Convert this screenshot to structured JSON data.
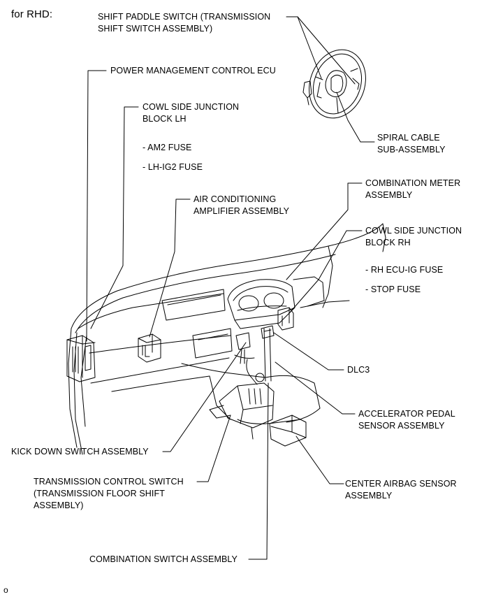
{
  "heading": "for RHD:",
  "figure_id": "o",
  "labels": {
    "shift_paddle_switch": "SHIFT PADDLE SWITCH (TRANSMISSION\nSHIFT SWITCH ASSEMBLY)",
    "power_management_ecu": "POWER MANAGEMENT CONTROL ECU",
    "cowl_side_jb_lh": "COWL SIDE JUNCTION\nBLOCK LH",
    "am2_fuse": "- AM2 FUSE",
    "lh_ig2_fuse": "- LH-IG2 FUSE",
    "spiral_cable": "SPIRAL CABLE\nSUB-ASSEMBLY",
    "combination_meter": "COMBINATION METER\nASSEMBLY",
    "air_conditioning_amplifier": "AIR CONDITIONING\nAMPLIFIER ASSEMBLY",
    "cowl_side_jb_rh": "COWL SIDE JUNCTION\nBLOCK RH",
    "rh_ecu_ig_fuse": "- RH ECU-IG FUSE",
    "stop_fuse": "- STOP FUSE",
    "dlc3": "DLC3",
    "accelerator_pedal_sensor": "ACCELERATOR PEDAL\nSENSOR ASSEMBLY",
    "kick_down_switch": "KICK DOWN SWITCH ASSEMBLY",
    "center_airbag_sensor": "CENTER AIRBAG SENSOR\nASSEMBLY",
    "transmission_control_switch": "TRANSMISSION CONTROL SWITCH\n(TRANSMISSION FLOOR SHIFT\nASSEMBLY)",
    "combination_switch": "COMBINATION SWITCH ASSEMBLY"
  },
  "colors": {
    "ink": "#000000",
    "background": "#ffffff"
  }
}
